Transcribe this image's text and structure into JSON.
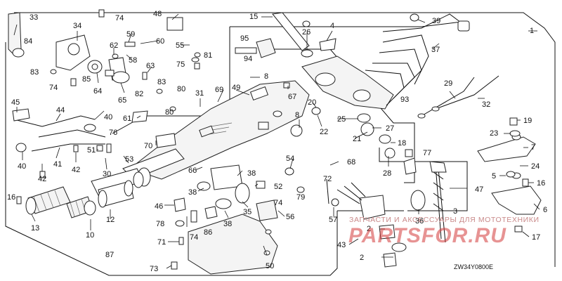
{
  "diagram_code": "ZW34Y0800E",
  "watermark": {
    "tagline": "ЗАПЧАСТИ И АКСЕССУАРЫ ДЛЯ МОТОТЕХНИКИ",
    "logo_text": "PARTSFOR.RU",
    "color": "#d33a3a"
  },
  "part_callouts": [
    "1",
    "2",
    "2",
    "3",
    "4",
    "5",
    "6",
    "7",
    "8",
    "8",
    "10",
    "12",
    "13",
    "15",
    "16",
    "16",
    "17",
    "18",
    "19",
    "20",
    "21",
    "22",
    "23",
    "24",
    "25",
    "26",
    "27",
    "28",
    "29",
    "30",
    "31",
    "32",
    "33",
    "34",
    "35",
    "36",
    "37",
    "38",
    "38",
    "38",
    "39",
    "40",
    "40",
    "41",
    "42",
    "42",
    "43",
    "44",
    "45",
    "46",
    "47",
    "48",
    "49",
    "50",
    "51",
    "52",
    "53",
    "54",
    "55",
    "56",
    "57",
    "58",
    "59",
    "60",
    "61",
    "62",
    "63",
    "64",
    "65",
    "66",
    "67",
    "68",
    "69",
    "70",
    "71",
    "72",
    "73",
    "74",
    "74",
    "74",
    "74",
    "75",
    "76",
    "77",
    "78",
    "79",
    "80",
    "80",
    "81",
    "82",
    "83",
    "83",
    "84",
    "85",
    "86",
    "87",
    "93",
    "94",
    "95"
  ]
}
